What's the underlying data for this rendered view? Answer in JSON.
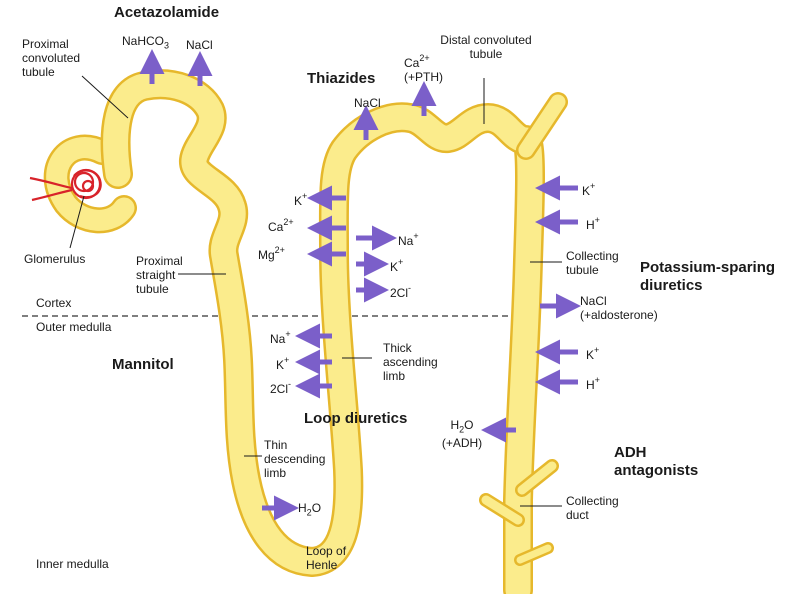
{
  "drugs": {
    "acetazolamide": "Acetazolamide",
    "thiazides": "Thiazides",
    "mannitol": "Mannitol",
    "loop": "Loop diuretics",
    "potassium_line1": "Potassium-sparing",
    "potassium_line2": "diuretics",
    "adh_line1": "ADH",
    "adh_line2": "antagonists"
  },
  "structures": {
    "pct": [
      "Proximal",
      "convoluted",
      "tubule"
    ],
    "glomerulus": "Glomerulus",
    "pst": [
      "Proximal",
      "straight",
      "tubule"
    ],
    "dct": [
      "Distal convoluted",
      "tubule"
    ],
    "collecting_tubule": [
      "Collecting",
      "tubule"
    ],
    "thick_limb": [
      "Thick",
      "ascending",
      "limb"
    ],
    "thin_limb": [
      "Thin",
      "descending",
      "limb"
    ],
    "loop": [
      "Loop of",
      "Henle"
    ],
    "collecting_duct": [
      "Collecting",
      "duct"
    ]
  },
  "zones": {
    "cortex": "Cortex",
    "outer_medulla": "Outer medulla",
    "inner_medulla": "Inner medulla"
  },
  "ions": {
    "pct_nahco3": {
      "base": "NaHCO",
      "sub": "3"
    },
    "pct_nacl": "NaCl",
    "dct_nacl": "NaCl",
    "dct_ca": {
      "base": "Ca",
      "sup": "2+",
      "note": "(+PTH)"
    },
    "tal_k_in": {
      "base": "K",
      "sup": "+"
    },
    "tal_ca_in": {
      "base": "Ca",
      "sup": "2+"
    },
    "tal_mg_in": {
      "base": "Mg",
      "sup": "2+"
    },
    "tal_na_out": {
      "base": "Na",
      "sup": "+"
    },
    "tal_k_out": {
      "base": "K",
      "sup": "+"
    },
    "tal_cl_out": {
      "base": "2Cl",
      "sup": "-"
    },
    "med_na": {
      "base": "Na",
      "sup": "+"
    },
    "med_k": {
      "base": "K",
      "sup": "+"
    },
    "med_cl": {
      "base": "2Cl",
      "sup": "-"
    },
    "thin_h2o": {
      "base": "H",
      "sub": "2",
      "tail": "O"
    },
    "cd_k_top": {
      "base": "K",
      "sup": "+"
    },
    "cd_h_top": {
      "base": "H",
      "sup": "+"
    },
    "cd_nacl": "NaCl",
    "cd_aldo": "(+aldosterone)",
    "cd_k_mid": {
      "base": "K",
      "sup": "+"
    },
    "cd_h_mid": {
      "base": "H",
      "sup": "+"
    },
    "cd_h2o": {
      "base": "H",
      "sub": "2",
      "tail": "O"
    },
    "cd_adh": "(+ADH)"
  },
  "colors": {
    "tubule_fill": "#fbec8c",
    "tubule_edge": "#e6b82c",
    "arrow": "#7b5fc9",
    "glomerulus": "#d8232a"
  }
}
